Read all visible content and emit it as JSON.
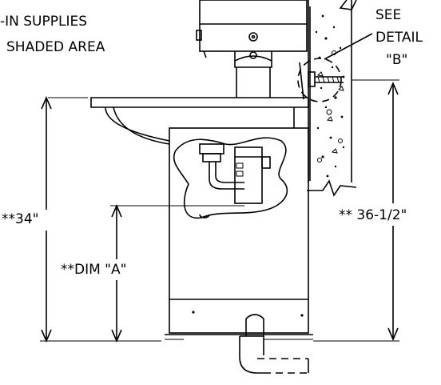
{
  "notes": {
    "supplies_line1": "-IN SUPPLIES",
    "supplies_line2": "SHADED AREA",
    "see": "SEE",
    "detail": "DETAIL",
    "detail_ref": "\"B\""
  },
  "dimensions": {
    "left_height": "**34\"",
    "inner_height": "**DIM \"A\"",
    "right_height": "** 36-1/2\""
  }
}
